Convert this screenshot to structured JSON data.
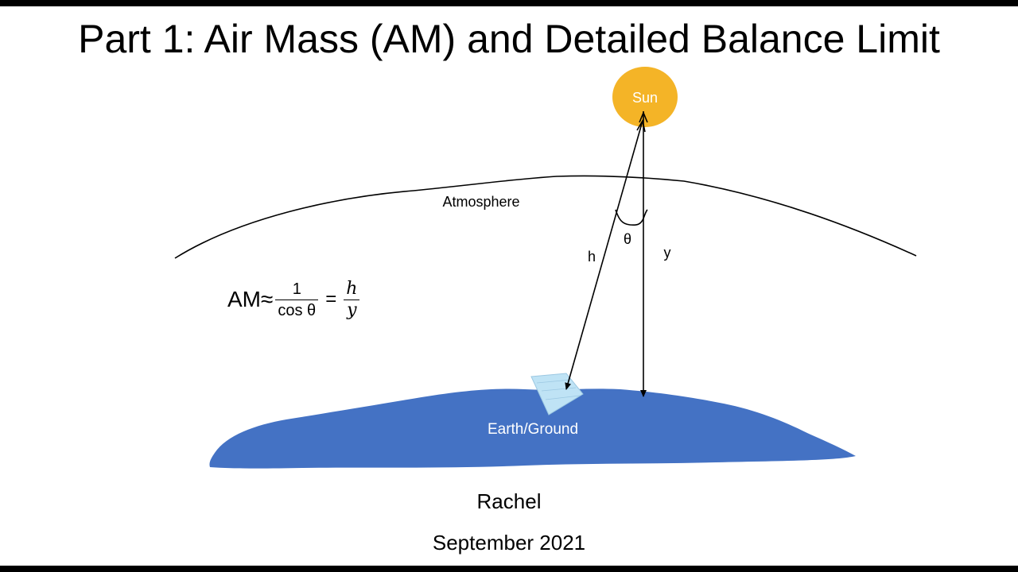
{
  "slide": {
    "title": "Part 1: Air Mass (AM) and Detailed Balance Limit",
    "author": "Rachel",
    "date": "September 2021"
  },
  "diagram": {
    "sun_label": "Sun",
    "atmosphere_label": "Atmosphere",
    "ground_label": "Earth/Ground",
    "angle_label": "θ",
    "hypotenuse_label": "h",
    "vertical_label": "y"
  },
  "formula": {
    "lhs": "AM≈",
    "frac1_numerator": "1",
    "frac1_denominator": "cos θ",
    "equals": "=",
    "frac2_numerator": "h",
    "frac2_denominator": "y"
  },
  "colors": {
    "sun": "#F4B427",
    "ground": "#4472C4",
    "panel": "#BFE3F5",
    "background": "#FFFFFF",
    "frame_bars": "#000000"
  }
}
